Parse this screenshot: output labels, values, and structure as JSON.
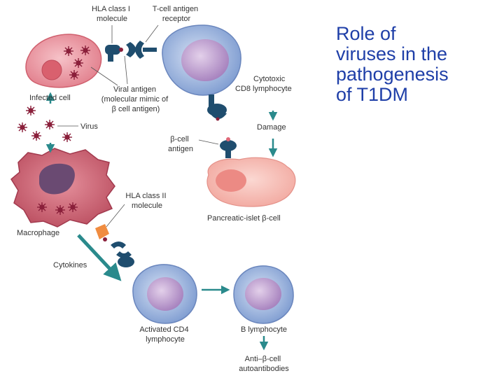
{
  "title": {
    "lines": [
      "Role of",
      "viruses in the",
      "pathogenesis",
      "of T1DM"
    ]
  },
  "labels": {
    "hla1": [
      "HLA class I",
      "molecule"
    ],
    "tcr": [
      "T-cell antigen",
      "receptor"
    ],
    "cytotoxic": [
      "Cytotoxic",
      "CD8 lymphocyte"
    ],
    "infected": "Infected cell",
    "viral_antigen": [
      "Viral antigen",
      "(molecular mimic of",
      "β cell antigen)"
    ],
    "virus": "Virus",
    "damage": "Damage",
    "beta_antigen": [
      "β-cell",
      "antigen"
    ],
    "hla2": [
      "HLA class II",
      "molecule"
    ],
    "islet": "Pancreatic-islet β-cell",
    "macrophage": "Macrophage",
    "cytokines": "Cytokines",
    "cd4": [
      "Activated CD4",
      "lymphocyte"
    ],
    "blymph": "B lymphocyte",
    "autoab": [
      "Anti–β-cell",
      "autoantibodies"
    ]
  },
  "colors": {
    "title_text": "#1f3fa8",
    "label_text": "#333333",
    "arrow_teal": "#2a8a8c",
    "receptor_navy": "#1f4d6e",
    "virus_maroon": "#8a1f3a",
    "infected_cell": "#e88c98",
    "lymphocyte_outer": "#8faad8",
    "lymphocyte_nucleus": "#b795c8",
    "macrophage": "#c25868",
    "macrophage_nucleus": "#6a4a72",
    "islet_cell": "#f4b0a8",
    "islet_nucleus": "#ec8a84",
    "hla2_orange": "#f08c40"
  }
}
